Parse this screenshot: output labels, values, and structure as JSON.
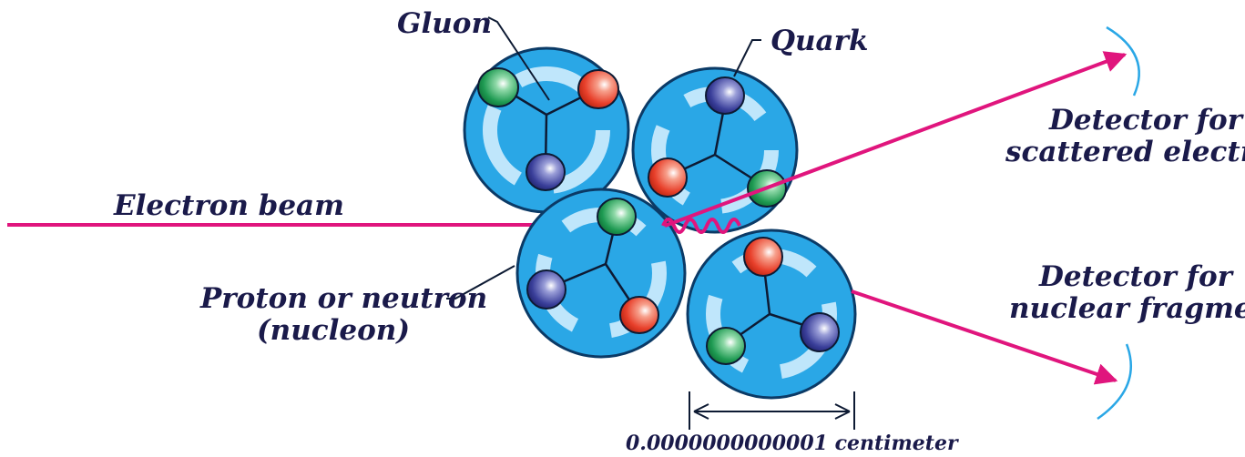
{
  "labels": {
    "gluon": "Gluon",
    "quark": "Quark",
    "electron_beam": "Electron beam",
    "nucleon_line1": "Proton or neutron",
    "nucleon_line2": "(nucleon)",
    "detector_electron_line1": "Detector for",
    "detector_electron_line2": "scattered electron",
    "detector_fragment_line1": "Detector for",
    "detector_fragment_line2": "nuclear fragment",
    "scale": "0.0000000000001 centimeter"
  },
  "colors": {
    "nucleon": "#2aa7e6",
    "beam": "#e0157d",
    "text": "#1a1a4a",
    "quark_red": "#e8402b",
    "quark_green": "#1e9a52",
    "quark_blue": "#2a2f8a",
    "detector_arc": "#2aa7e6"
  }
}
